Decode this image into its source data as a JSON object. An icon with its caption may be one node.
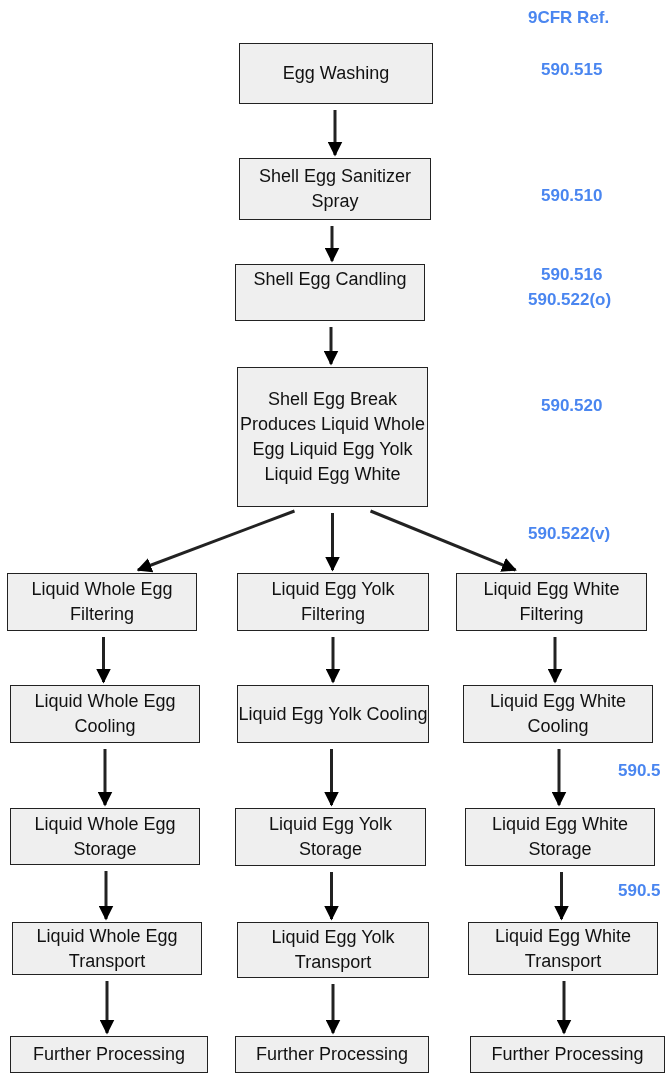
{
  "diagram": {
    "nodes": [
      {
        "text": [
          "Egg Washing"
        ]
      },
      {
        "text": [
          "Shell Egg Sanitizer Spray"
        ]
      },
      {
        "text": [
          "Shell Egg Candling"
        ]
      },
      {
        "text": [
          "Shell Egg Break Produces Liquid Whole Egg Liquid Egg Yolk Liquid Egg White"
        ]
      },
      {
        "text": [
          "Liquid Whole Egg Filtering"
        ]
      },
      {
        "text": [
          "Liquid Egg Yolk Filtering"
        ]
      },
      {
        "text": [
          "Liquid Egg White Filtering"
        ]
      },
      {
        "text": [
          "Liquid Whole Egg Cooling"
        ]
      },
      {
        "text": [
          "Liquid Egg Yolk Cooling"
        ]
      },
      {
        "text": [
          "Liquid Egg White Cooling"
        ]
      },
      {
        "text": [
          "Liquid Whole Egg Storage"
        ]
      },
      {
        "text": [
          "Liquid Egg Yolk Storage"
        ]
      },
      {
        "text": [
          "Liquid Egg White Storage"
        ]
      },
      {
        "text": [
          "Liquid Whole Egg Transport"
        ]
      },
      {
        "text": [
          "Liquid Egg Yolk Transport"
        ]
      },
      {
        "text": [
          "Liquid Egg White Transport"
        ]
      },
      {
        "text": [
          "Further Processing"
        ]
      },
      {
        "text": [
          "Further Processing"
        ]
      },
      {
        "text": [
          "Further Processing"
        ]
      }
    ],
    "edges": [
      {
        "from": 0,
        "to": 1,
        "arrow": "to"
      },
      {
        "from": 1,
        "to": 2,
        "arrow": "to"
      },
      {
        "from": 2,
        "to": 3,
        "arrow": "to"
      },
      {
        "from": 3,
        "to": 4,
        "arrow": "to"
      },
      {
        "from": 3,
        "to": 5,
        "arrow": "to"
      },
      {
        "from": 3,
        "to": 6,
        "arrow": "to"
      },
      {
        "from": 4,
        "to": 7,
        "arrow": "to"
      },
      {
        "from": 5,
        "to": 8,
        "arrow": "to"
      },
      {
        "from": 6,
        "to": 9,
        "arrow": "to"
      },
      {
        "from": 7,
        "to": 10,
        "arrow": "to"
      },
      {
        "from": 8,
        "to": 11,
        "arrow": "to"
      },
      {
        "from": 9,
        "to": 12,
        "arrow": "to"
      },
      {
        "from": 10,
        "to": 13,
        "arrow": "to"
      },
      {
        "from": 11,
        "to": 14,
        "arrow": "to"
      },
      {
        "from": 12,
        "to": 15,
        "arrow": "to"
      },
      {
        "from": 13,
        "to": 16,
        "arrow": "to"
      },
      {
        "from": 14,
        "to": 17,
        "arrow": "to"
      },
      {
        "from": 15,
        "to": 18,
        "arrow": "to"
      }
    ],
    "labels": [
      "9CFR Ref.",
      "590.515",
      "590.510",
      "590.516",
      "590.522(o)",
      "590.520",
      "590.522(v)",
      "590.5",
      "590.5"
    ]
  }
}
